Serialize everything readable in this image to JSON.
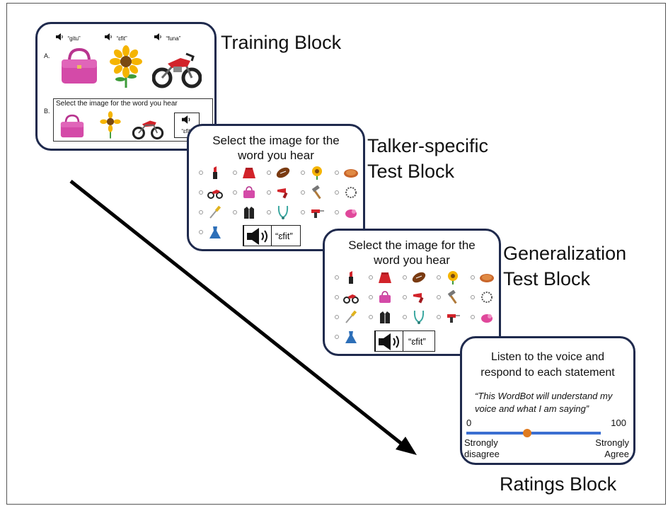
{
  "labels": {
    "training": "Training Block",
    "talker_line1": "Talker-specific",
    "talker_line2": "Test Block",
    "gen_line1": "Generalization",
    "gen_line2": "Test Block",
    "ratings": "Ratings Block"
  },
  "training": {
    "row_a": "A.",
    "row_b": "B.",
    "words": [
      "“gitu”",
      "“ɛfit”",
      "“funa”"
    ],
    "instruction": "Select the image for the word you hear",
    "heard_word": "“ɛfit”"
  },
  "test_block": {
    "instruction_line1": "Select the image for the",
    "instruction_line2": "word you hear",
    "heard_word": "“ɛfit”"
  },
  "ratings_panel": {
    "line1": "Listen to the voice and",
    "line2": "respond to each statement",
    "statement_line1": "“This WordBot will understand my",
    "statement_line2": "voice and what I am saying”",
    "scale_min": "0",
    "scale_max": "100",
    "left_anchor_line1": "Strongly",
    "left_anchor_line2": "disagree",
    "right_anchor_line1": "Strongly",
    "right_anchor_line2": "Agree",
    "slider_value": 0.45
  },
  "colors": {
    "panel_border": "#1f2a4d",
    "slider_track": "#3b6fd1",
    "slider_knob": "#e07b1f"
  }
}
